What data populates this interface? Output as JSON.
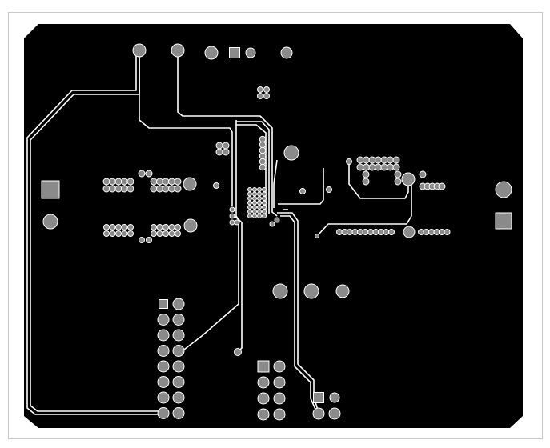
{
  "view": {
    "kind": "pcb-layer-view",
    "colors": {
      "background": "#ffffff",
      "frame_border": "#c8c8c8",
      "board": "#000000",
      "copper_trace": "#ffffff",
      "pad": "#8a8a8a",
      "pad_outline": "#ffffff"
    },
    "components": [
      {
        "name": "header-top-row",
        "pins": 6
      },
      {
        "name": "dual-row-header-left",
        "pins": 16
      },
      {
        "name": "connector-bottom-middle",
        "pins": 6
      },
      {
        "name": "connector-bottom-right",
        "pins": 4
      },
      {
        "name": "ic-chip-left-upper",
        "pins": 16
      },
      {
        "name": "ic-chip-left-lower",
        "pins": 16
      },
      {
        "name": "ic-chip-right-upper",
        "pins": 18
      },
      {
        "name": "ic-row-right",
        "pins": 18
      },
      {
        "name": "bga-center",
        "pins": 28
      }
    ]
  }
}
